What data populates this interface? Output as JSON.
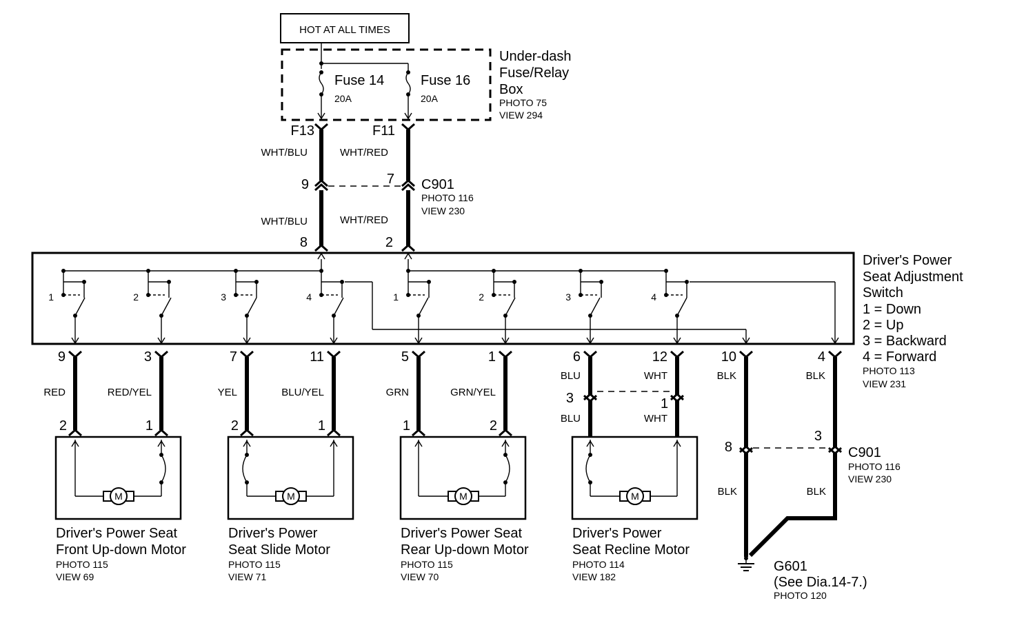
{
  "power": {
    "label": "HOT AT ALL TIMES"
  },
  "fusebox": {
    "name_lines": [
      "Under-dash",
      "Fuse/Relay",
      "Box"
    ],
    "photo": "PHOTO 75",
    "view": "VIEW 294",
    "fuses": [
      {
        "name": "Fuse 14",
        "rating": "20A",
        "terminal": "F13"
      },
      {
        "name": "Fuse 16",
        "rating": "20A",
        "terminal": "F11"
      }
    ]
  },
  "wires_top": {
    "left_upper": "WHT/BLU",
    "right_upper": "WHT/RED",
    "left_lower": "WHT/BLU",
    "right_lower": "WHT/RED"
  },
  "c901_top": {
    "name": "C901",
    "photo": "PHOTO 116",
    "view": "VIEW 230",
    "pin_left": "9",
    "pin_right": "7"
  },
  "switch": {
    "name_lines": [
      "Driver's Power",
      "Seat Adjustment",
      "Switch"
    ],
    "legend": [
      "1 = Down",
      "2 = Up",
      "3 = Backward",
      "4 = Forward"
    ],
    "photo": "PHOTO 113",
    "view": "VIEW 231",
    "input_pins": [
      "8",
      "2"
    ],
    "position_labels": [
      "1",
      "2",
      "3",
      "4",
      "1",
      "2",
      "3",
      "4"
    ]
  },
  "outputs": [
    {
      "pin": "9",
      "wire": "RED"
    },
    {
      "pin": "3",
      "wire": "RED/YEL"
    },
    {
      "pin": "7",
      "wire": "YEL"
    },
    {
      "pin": "11",
      "wire": "BLU/YEL"
    },
    {
      "pin": "5",
      "wire": "GRN"
    },
    {
      "pin": "1",
      "wire": "GRN/YEL"
    },
    {
      "pin": "6",
      "wire": "BLU"
    },
    {
      "pin": "12",
      "wire": "WHT"
    },
    {
      "pin": "10",
      "wire": "BLK"
    },
    {
      "pin": "4",
      "wire": "BLK"
    }
  ],
  "recline_connector": {
    "pin_left": "3",
    "pin_right": "1",
    "wire_left": "BLU",
    "wire_right": "WHT"
  },
  "c901_bottom": {
    "name": "C901",
    "photo": "PHOTO 116",
    "view": "VIEW 230",
    "pin_left": "8",
    "pin_right": "3",
    "wire_left": "BLK",
    "wire_right": "BLK"
  },
  "motors": [
    {
      "title_lines": [
        "Driver's Power Seat",
        "Front Up-down Motor"
      ],
      "photo": "PHOTO 115",
      "view": "VIEW 69",
      "pins": [
        "2",
        "1"
      ],
      "symbol": "M"
    },
    {
      "title_lines": [
        "Driver's Power",
        "Seat Slide Motor"
      ],
      "photo": "PHOTO 115",
      "view": "VIEW 71",
      "pins": [
        "2",
        "1"
      ],
      "symbol": "M"
    },
    {
      "title_lines": [
        "Driver's Power Seat",
        "Rear Up-down Motor"
      ],
      "photo": "PHOTO 115",
      "view": "VIEW 70",
      "pins": [
        "1",
        "2"
      ],
      "symbol": "M"
    },
    {
      "title_lines": [
        "Driver's Power",
        "Seat Recline Motor"
      ],
      "photo": "PHOTO 114",
      "view": "VIEW 182",
      "pins": [],
      "symbol": "M"
    }
  ],
  "ground": {
    "name": "G601",
    "note": "(See Dia.14-7.)",
    "photo": "PHOTO 120"
  }
}
